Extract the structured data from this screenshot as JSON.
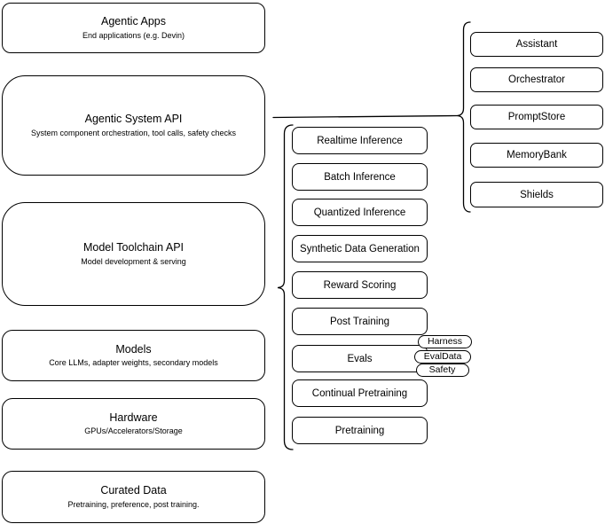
{
  "diagram": {
    "layers": [
      {
        "title": "Agentic Apps",
        "subtitle": "End applications (e.g. Devin)"
      },
      {
        "title": "Agentic System API",
        "subtitle": "System component orchestration, tool calls, safety checks"
      },
      {
        "title": "Model Toolchain API",
        "subtitle": "Model development & serving"
      },
      {
        "title": "Models",
        "subtitle": "Core LLMs, adapter weights, secondary models"
      },
      {
        "title": "Hardware",
        "subtitle": "GPUs/Accelerators/Storage"
      },
      {
        "title": "Curated Data",
        "subtitle": "Pretraining, preference, post training."
      }
    ],
    "toolchain_services": [
      {
        "label": "Realtime Inference"
      },
      {
        "label": "Batch Inference"
      },
      {
        "label": "Quantized Inference"
      },
      {
        "label": "Synthetic Data Generation"
      },
      {
        "label": "Reward Scoring"
      },
      {
        "label": "Post Training"
      },
      {
        "label": "Evals"
      },
      {
        "label": "Continual Pretraining"
      },
      {
        "label": "Pretraining"
      }
    ],
    "eval_tags": [
      {
        "label": "Harness"
      },
      {
        "label": "EvalData"
      },
      {
        "label": "Safety"
      }
    ],
    "system_components": [
      {
        "label": "Assistant"
      },
      {
        "label": "Orchestrator"
      },
      {
        "label": "PromptStore"
      },
      {
        "label": "MemoryBank"
      },
      {
        "label": "Shields"
      }
    ],
    "colors": {
      "stroke": "#000000",
      "background": "#ffffff",
      "box_fill": "#ffffff"
    }
  }
}
